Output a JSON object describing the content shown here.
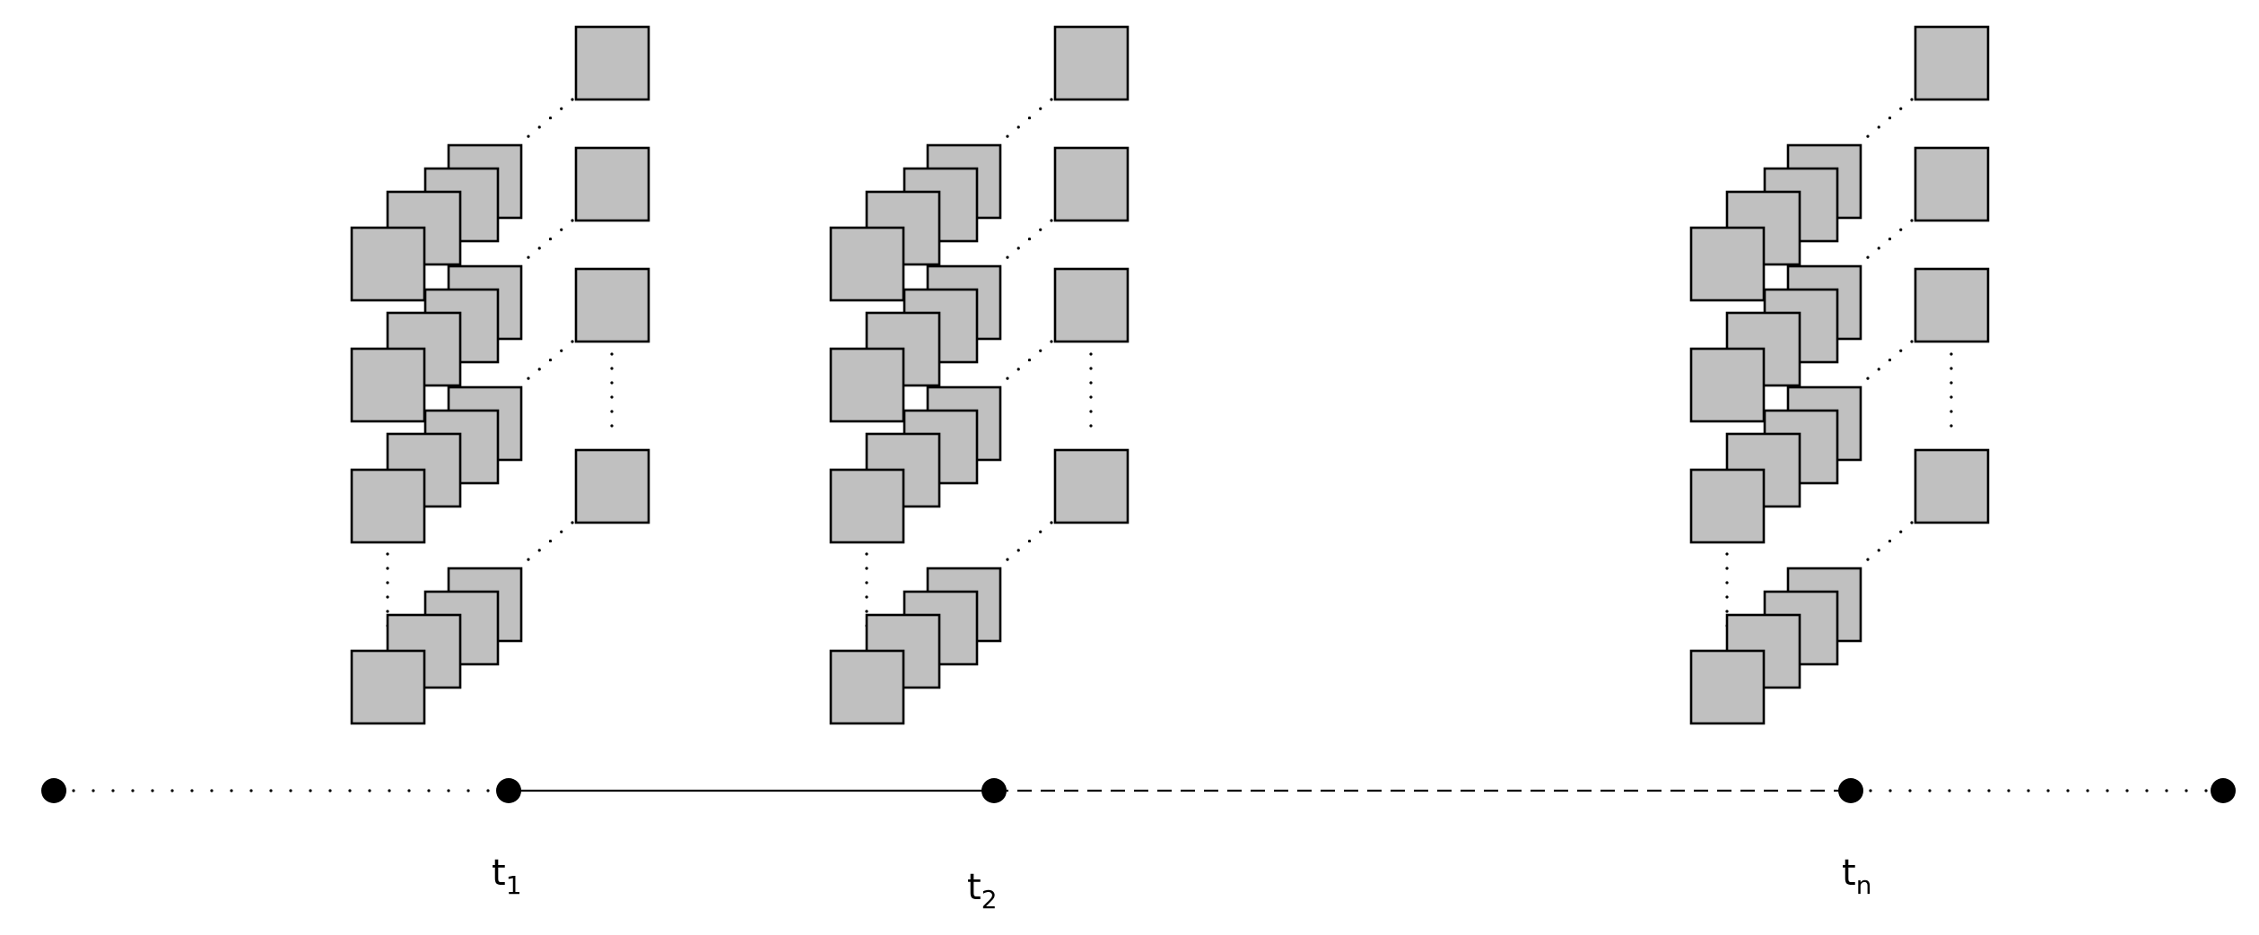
{
  "timeline": {
    "labels": [
      {
        "base": "t",
        "sub": "1"
      },
      {
        "base": "t",
        "sub": "2"
      },
      {
        "base": "t",
        "sub": "n"
      }
    ],
    "segments": [
      "dotted",
      "solid",
      "dashed",
      "dotted"
    ]
  },
  "groups": [
    {
      "time_label": "t1",
      "stack_rows_visible": 4,
      "stacks_per_row": 4,
      "right_column_squares": 4,
      "has_ellipsis": true
    },
    {
      "time_label": "t2",
      "stack_rows_visible": 4,
      "stacks_per_row": 4,
      "right_column_squares": 4,
      "has_ellipsis": true
    },
    {
      "time_label": "tn",
      "stack_rows_visible": 4,
      "stacks_per_row": 4,
      "right_column_squares": 4,
      "has_ellipsis": true
    }
  ],
  "colors": {
    "square_fill": "#c0c0c0",
    "stroke": "#000000",
    "background": "#ffffff"
  }
}
